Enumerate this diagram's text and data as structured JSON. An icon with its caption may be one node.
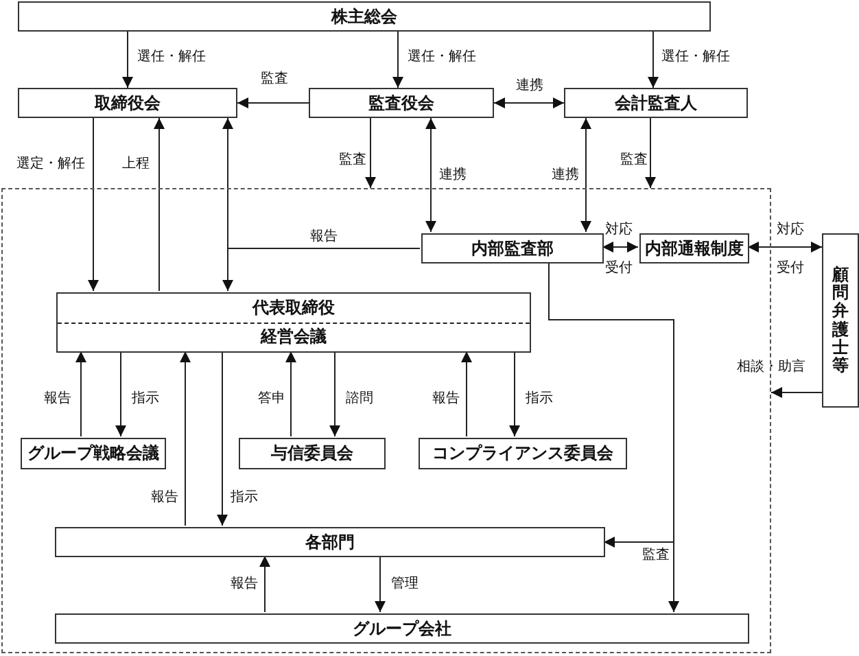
{
  "diagram": {
    "nodes": [
      {
        "text": [
          "株主総会"
        ]
      },
      {
        "text": [
          "取締役会"
        ]
      },
      {
        "text": [
          "監査役会"
        ]
      },
      {
        "text": [
          "会計監査人"
        ]
      },
      {
        "text": [],
        "shape": "box"
      },
      {
        "text": [
          "内部監査部"
        ],
        "in": 4
      },
      {
        "text": [
          "内部通報制度"
        ],
        "in": 4
      },
      {
        "text": [
          "顧問弁護士等"
        ]
      },
      {
        "text": [
          "代表取締役",
          "経営会議"
        ],
        "in": 4
      },
      {
        "text": [
          "グループ戦略会議"
        ],
        "in": 4
      },
      {
        "text": [
          "与信委員会"
        ],
        "in": 4
      },
      {
        "text": [
          "コンプライアンス委員会"
        ],
        "in": 4
      },
      {
        "text": [
          "各部門"
        ],
        "in": 4
      },
      {
        "text": [
          "グループ会社"
        ],
        "in": 4
      }
    ],
    "edges": [
      {
        "from": 0,
        "to": 1,
        "arrow": "to",
        "label": "選任・解任"
      },
      {
        "from": 0,
        "to": 2,
        "arrow": "to",
        "label": "選任・解任"
      },
      {
        "from": 0,
        "to": 3,
        "arrow": "to",
        "label": "選任・解任"
      },
      {
        "from": 2,
        "to": 1,
        "arrow": "to",
        "label": "監査"
      },
      {
        "from": 2,
        "to": 3,
        "arrow": "both",
        "label": "連携"
      },
      {
        "from": 1,
        "to": 8,
        "arrow": "to",
        "label": "選定・解任"
      },
      {
        "from": 8,
        "to": 1,
        "arrow": "to",
        "label": "上程"
      },
      {
        "from": 5,
        "to": 1,
        "arrow": "to",
        "label": "報告"
      },
      {
        "from": 5,
        "to": 8,
        "arrow": "to"
      },
      {
        "from": 2,
        "to": 4,
        "arrow": "to",
        "label": "監査"
      },
      {
        "from": 5,
        "to": 2,
        "arrow": "both",
        "label": "連携"
      },
      {
        "from": 5,
        "to": 3,
        "arrow": "both",
        "label": "連携"
      },
      {
        "from": 3,
        "to": 4,
        "arrow": "to",
        "label": "監査"
      },
      {
        "from": 5,
        "to": 6,
        "arrow": "both",
        "label": "対応"
      },
      {
        "from": 6,
        "to": 7,
        "arrow": "both",
        "label": "対応"
      },
      {
        "from": 7,
        "to": 4,
        "arrow": "to",
        "label": "相談・助言"
      },
      {
        "from": 9,
        "to": 8,
        "arrow": "to",
        "label": "報告"
      },
      {
        "from": 8,
        "to": 9,
        "arrow": "to",
        "label": "指示"
      },
      {
        "from": 10,
        "to": 8,
        "arrow": "to",
        "label": "答申"
      },
      {
        "from": 8,
        "to": 10,
        "arrow": "to",
        "label": "諮問"
      },
      {
        "from": 11,
        "to": 8,
        "arrow": "to",
        "label": "報告"
      },
      {
        "from": 8,
        "to": 11,
        "arrow": "to",
        "label": "指示"
      },
      {
        "from": 12,
        "to": 8,
        "arrow": "to",
        "label": "報告"
      },
      {
        "from": 8,
        "to": 12,
        "arrow": "to",
        "label": "指示"
      },
      {
        "from": 5,
        "to": 12,
        "arrow": "to",
        "label": "監査"
      },
      {
        "from": 5,
        "to": 13,
        "arrow": "to"
      },
      {
        "from": 13,
        "to": 12,
        "arrow": "to",
        "label": "報告"
      },
      {
        "from": 12,
        "to": 13,
        "arrow": "to",
        "label": "管理"
      }
    ],
    "labels": [
      "受付",
      "受付"
    ]
  }
}
